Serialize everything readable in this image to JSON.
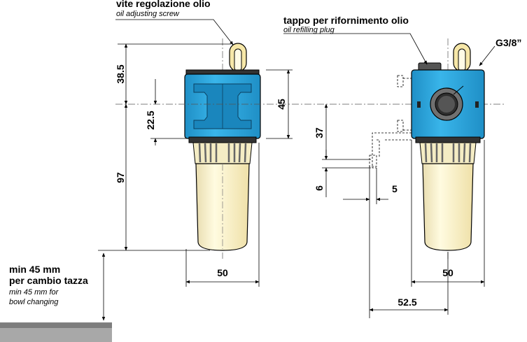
{
  "labels": {
    "oil_screw_it": "vite regolazione olio",
    "oil_screw_en": "oil adjusting screw",
    "refill_plug_it": "tappo per rifornimento olio",
    "refill_plug_en": "oil refilling plug",
    "port": "G3/8”",
    "bowl_change_it_1": "min 45 mm",
    "bowl_change_it_2": "per cambio tazza",
    "bowl_change_en_1": "min 45 mm for",
    "bowl_change_en_2": "bowl changing"
  },
  "dimensions": {
    "d38_5": "38.5",
    "d22_5": "22.5",
    "d45": "45",
    "d97": "97",
    "d50_left": "50",
    "d37": "37",
    "d6": "6",
    "d5": "5",
    "d50_right": "50",
    "d52_5": "52.5"
  },
  "colors": {
    "body_blue": "#2aa9e0",
    "body_blue_dark": "#1a7fb0",
    "bowl_cream": "#fbf3c8",
    "band_dark": "#333333",
    "fin_dark": "#7a7a7a",
    "screw_cream": "#f6e7a8",
    "ground": "#9a9a9a"
  }
}
